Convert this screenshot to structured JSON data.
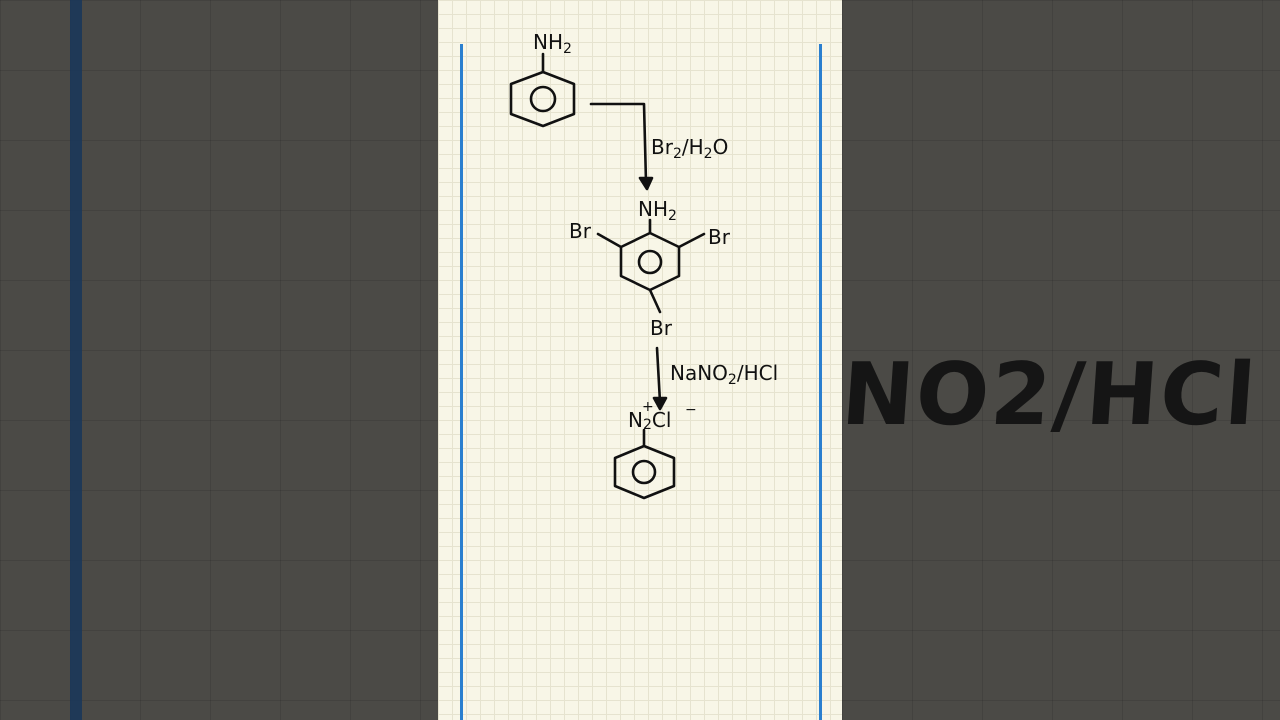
{
  "background_zoom_text": "NO2/HCl",
  "reaction": {
    "aniline": {
      "substituent": "NH",
      "substituent_sub": "2"
    },
    "step1_reagent": {
      "part1": "Br",
      "part1_sub": "2",
      "part2": "/H",
      "part2_sub": "2",
      "part3": "O"
    },
    "tribromoaniline": {
      "top": "NH",
      "top_sub": "2",
      "left": "Br",
      "right": "Br",
      "bottom": "Br"
    },
    "step2_reagent": {
      "part1": "NaNO",
      "part1_sub": "2",
      "part2": "/HCl"
    },
    "diazonium": {
      "charge_plus": "+",
      "main": "N",
      "main_sub": "2",
      "counter": "Cl",
      "charge_minus": "−"
    }
  }
}
